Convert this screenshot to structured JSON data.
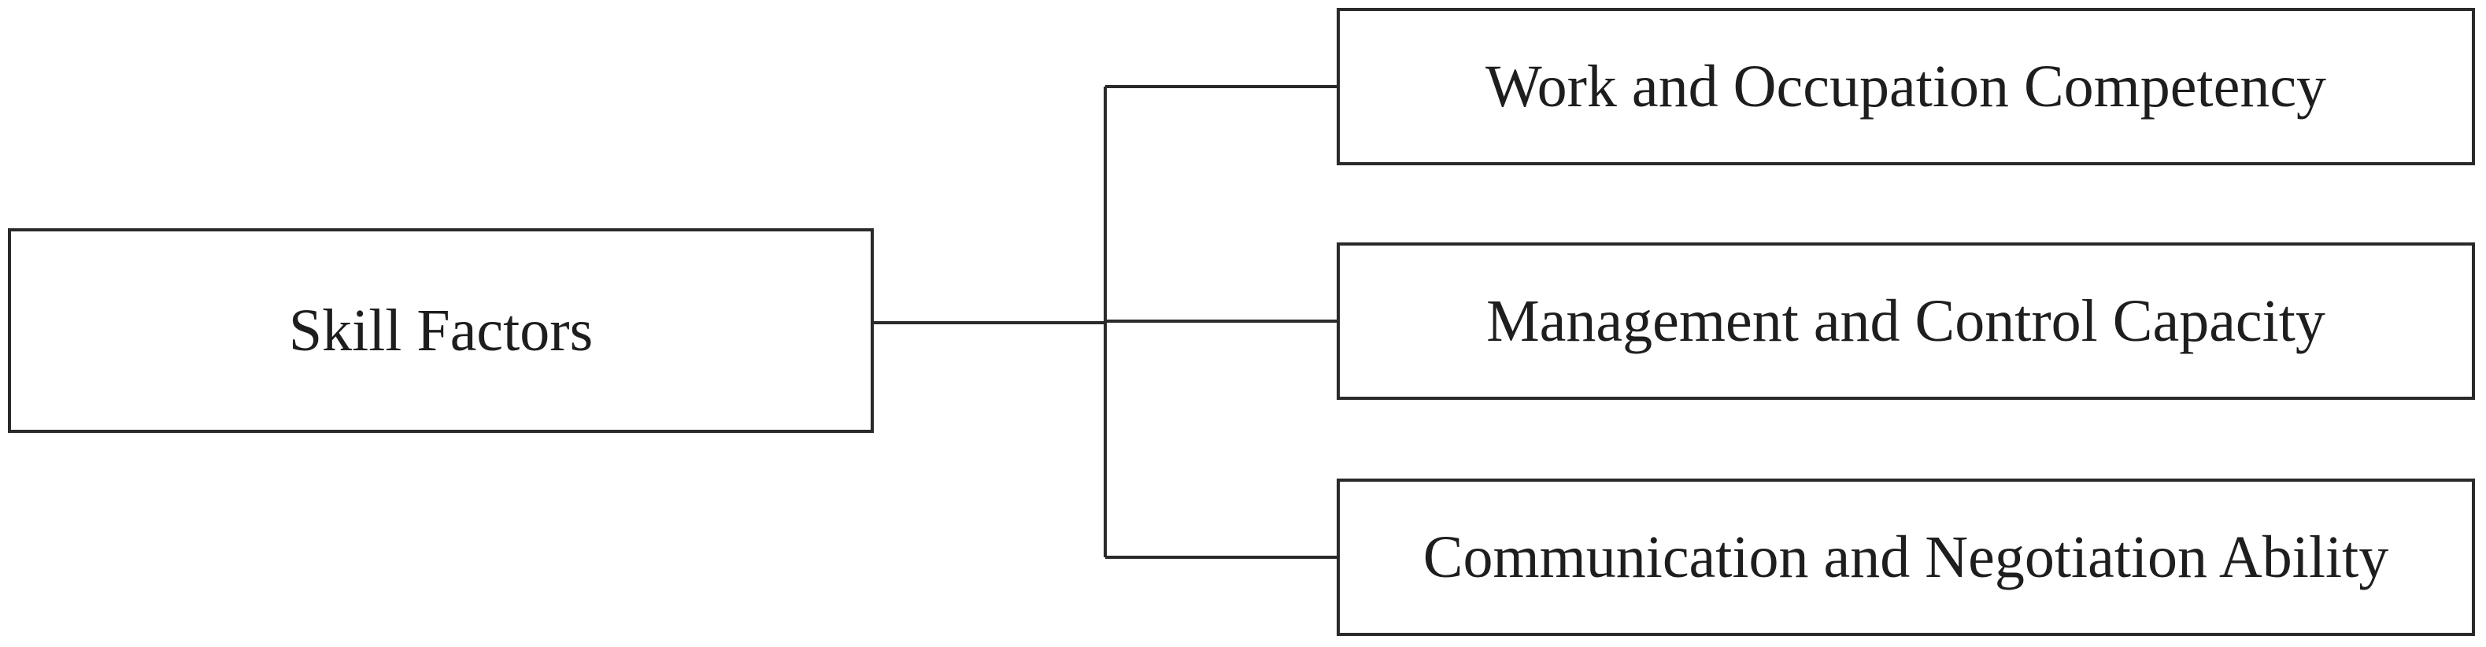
{
  "root": {
    "label": "Skill Factors"
  },
  "children": [
    {
      "label": "Work and Occupation Competency"
    },
    {
      "label": "Management and Control Capacity"
    },
    {
      "label": "Communication and Negotiation Ability"
    }
  ],
  "colors": {
    "line": "#2a2a2a",
    "text": "#1e1e1e",
    "background": "#ffffff"
  }
}
